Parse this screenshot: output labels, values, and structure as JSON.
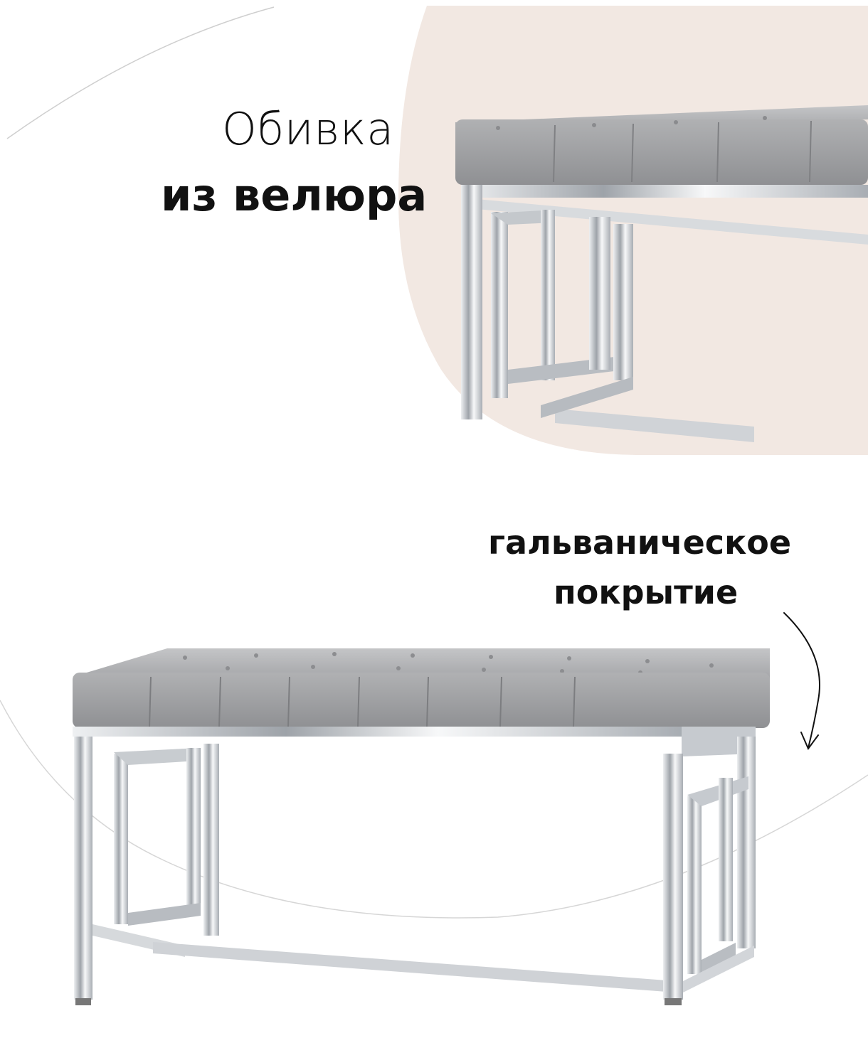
{
  "headline": {
    "line1": "Обивка",
    "line2": "из велюра"
  },
  "callout": {
    "line1": "гальваническое",
    "line2": "покрытие"
  },
  "colors": {
    "background": "#ffffff",
    "blob": "#f2e8e2",
    "velour": "#a9aaac",
    "chrome": "#c9ccd0",
    "text": "#111111"
  },
  "icons": {
    "arrow": "curved-arrow-down-icon"
  }
}
